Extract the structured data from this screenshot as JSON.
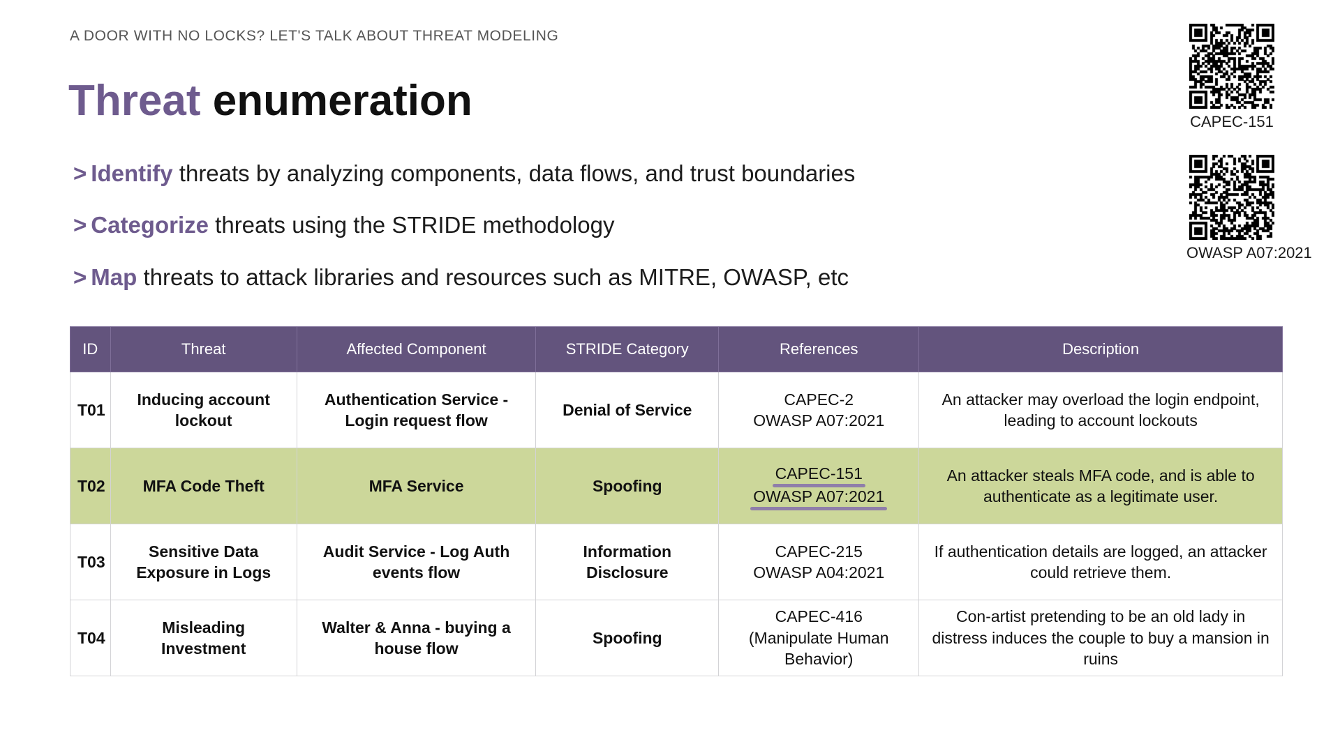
{
  "slide": {
    "kicker": "A DOOR WITH NO LOCKS? LET'S TALK ABOUT THREAT MODELING",
    "title_accent": "Threat",
    "title_rest": " enumeration",
    "accent_color": "#6e5b8e",
    "header_color": "#63547d",
    "highlight_color": "#ccd79a"
  },
  "bullets": [
    {
      "marker": ">",
      "lead": "Identify",
      "text": " threats by analyzing components, data flows, and trust boundaries"
    },
    {
      "marker": ">",
      "lead": "Categorize",
      "text": " threats using the STRIDE methodology"
    },
    {
      "marker": ">",
      "lead": "Map",
      "text": " threats to attack libraries and resources such as MITRE, OWASP, etc"
    }
  ],
  "qr_codes": [
    {
      "caption": "CAPEC-151"
    },
    {
      "caption": "OWASP A07:2021"
    }
  ],
  "table": {
    "columns": [
      "ID",
      "Threat",
      "Affected Component",
      "STRIDE Category",
      "References",
      "Description"
    ],
    "rows": [
      {
        "id": "T01",
        "threat": "Inducing account lockout",
        "component": "Authentication Service - Login request flow",
        "stride": "Denial of Service",
        "references": [
          "CAPEC-2",
          "OWASP A07:2021"
        ],
        "references_underlined": [
          false,
          false
        ],
        "description": "An attacker may overload the login endpoint, leading to account lockouts",
        "highlighted": false
      },
      {
        "id": "T02",
        "threat": "MFA Code Theft",
        "component": "MFA Service",
        "stride": "Spoofing",
        "references": [
          "CAPEC-151",
          "OWASP A07:2021"
        ],
        "references_underlined": [
          true,
          true
        ],
        "description": "An attacker steals MFA code, and is able to authenticate as a legitimate user.",
        "highlighted": true
      },
      {
        "id": "T03",
        "threat": "Sensitive Data Exposure in Logs",
        "component": "Audit Service - Log Auth events flow",
        "stride": "Information Disclosure",
        "references": [
          "CAPEC-215",
          "OWASP A04:2021"
        ],
        "references_underlined": [
          false,
          false
        ],
        "description": "If authentication details are logged, an attacker could retrieve them.",
        "highlighted": false
      },
      {
        "id": "T04",
        "threat": "Misleading Investment",
        "component": "Walter & Anna - buying a house flow",
        "stride": "Spoofing",
        "references": [
          "CAPEC-416",
          "(Manipulate Human Behavior)"
        ],
        "references_underlined": [
          false,
          false
        ],
        "description": "Con-artist pretending to be an old lady in distress induces the couple to buy a mansion in ruins",
        "highlighted": false
      }
    ]
  }
}
